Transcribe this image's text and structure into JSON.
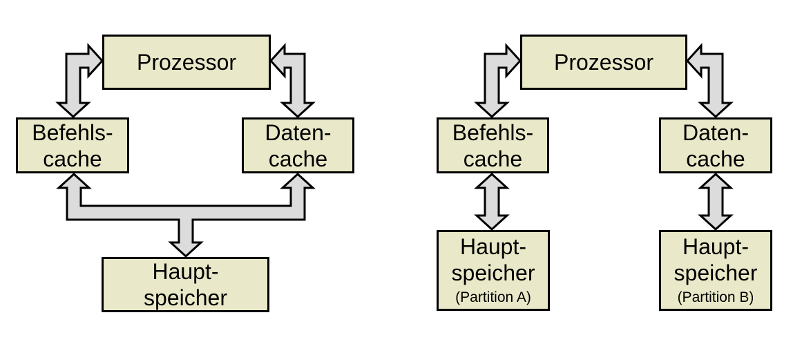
{
  "colors": {
    "background": "#ffffff",
    "box_fill": "#e9e9c9",
    "box_border": "#000000",
    "arrow_fill": "#dcdcdc",
    "arrow_border": "#000000",
    "text": "#000000"
  },
  "left_diagram": {
    "processor": "Prozessor",
    "instruction_cache": {
      "line1": "Befehls-",
      "line2": "cache"
    },
    "data_cache": {
      "line1": "Daten-",
      "line2": "cache"
    },
    "main_memory": {
      "line1": "Haupt-",
      "line2": "speicher"
    }
  },
  "right_diagram": {
    "processor": "Prozessor",
    "instruction_cache": {
      "line1": "Befehls-",
      "line2": "cache"
    },
    "data_cache": {
      "line1": "Daten-",
      "line2": "cache"
    },
    "main_memory_a": {
      "line1": "Haupt-",
      "line2": "speicher",
      "line3": "(Partition A)"
    },
    "main_memory_b": {
      "line1": "Haupt-",
      "line2": "speicher",
      "line3": "(Partition B)"
    }
  }
}
